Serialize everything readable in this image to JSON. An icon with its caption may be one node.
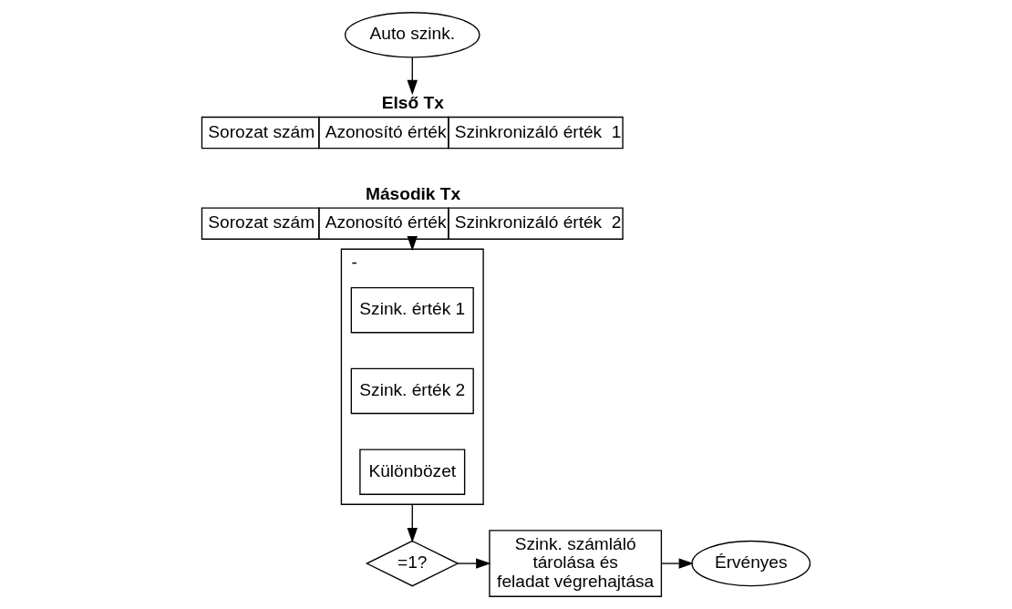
{
  "diagram": {
    "nodes": [
      {
        "text": [
          "Auto szink."
        ]
      },
      {
        "text": [
          "Első Tx",
          "Sorozat szám",
          "Azonosító érték",
          "Szinkronizáló érték  1"
        ]
      },
      {
        "text": [
          "Második Tx",
          "Sorozat szám",
          "Azonosító érték",
          "Szinkronizáló érték  2"
        ]
      },
      {
        "text": [
          "-"
        ]
      },
      {
        "text": [
          "Szink. érték 1"
        ],
        "in": 3
      },
      {
        "text": [
          "Szink. érték 2"
        ],
        "in": 3
      },
      {
        "text": [
          "Különbözet"
        ],
        "in": 3
      },
      {
        "text": [
          "=1?"
        ]
      },
      {
        "text": [
          "Szink. számláló tárolása és feladat végrehajtása"
        ]
      },
      {
        "text": [
          "Érvényes"
        ]
      }
    ],
    "edges": [
      {
        "from": 0,
        "to": 1,
        "arrow": "to"
      },
      {
        "from": 2,
        "to": 3,
        "arrow": "to"
      },
      {
        "from": 3,
        "to": 7,
        "arrow": "to"
      },
      {
        "from": 7,
        "to": 8,
        "arrow": "to"
      },
      {
        "from": 8,
        "to": 9,
        "arrow": "to"
      }
    ]
  }
}
